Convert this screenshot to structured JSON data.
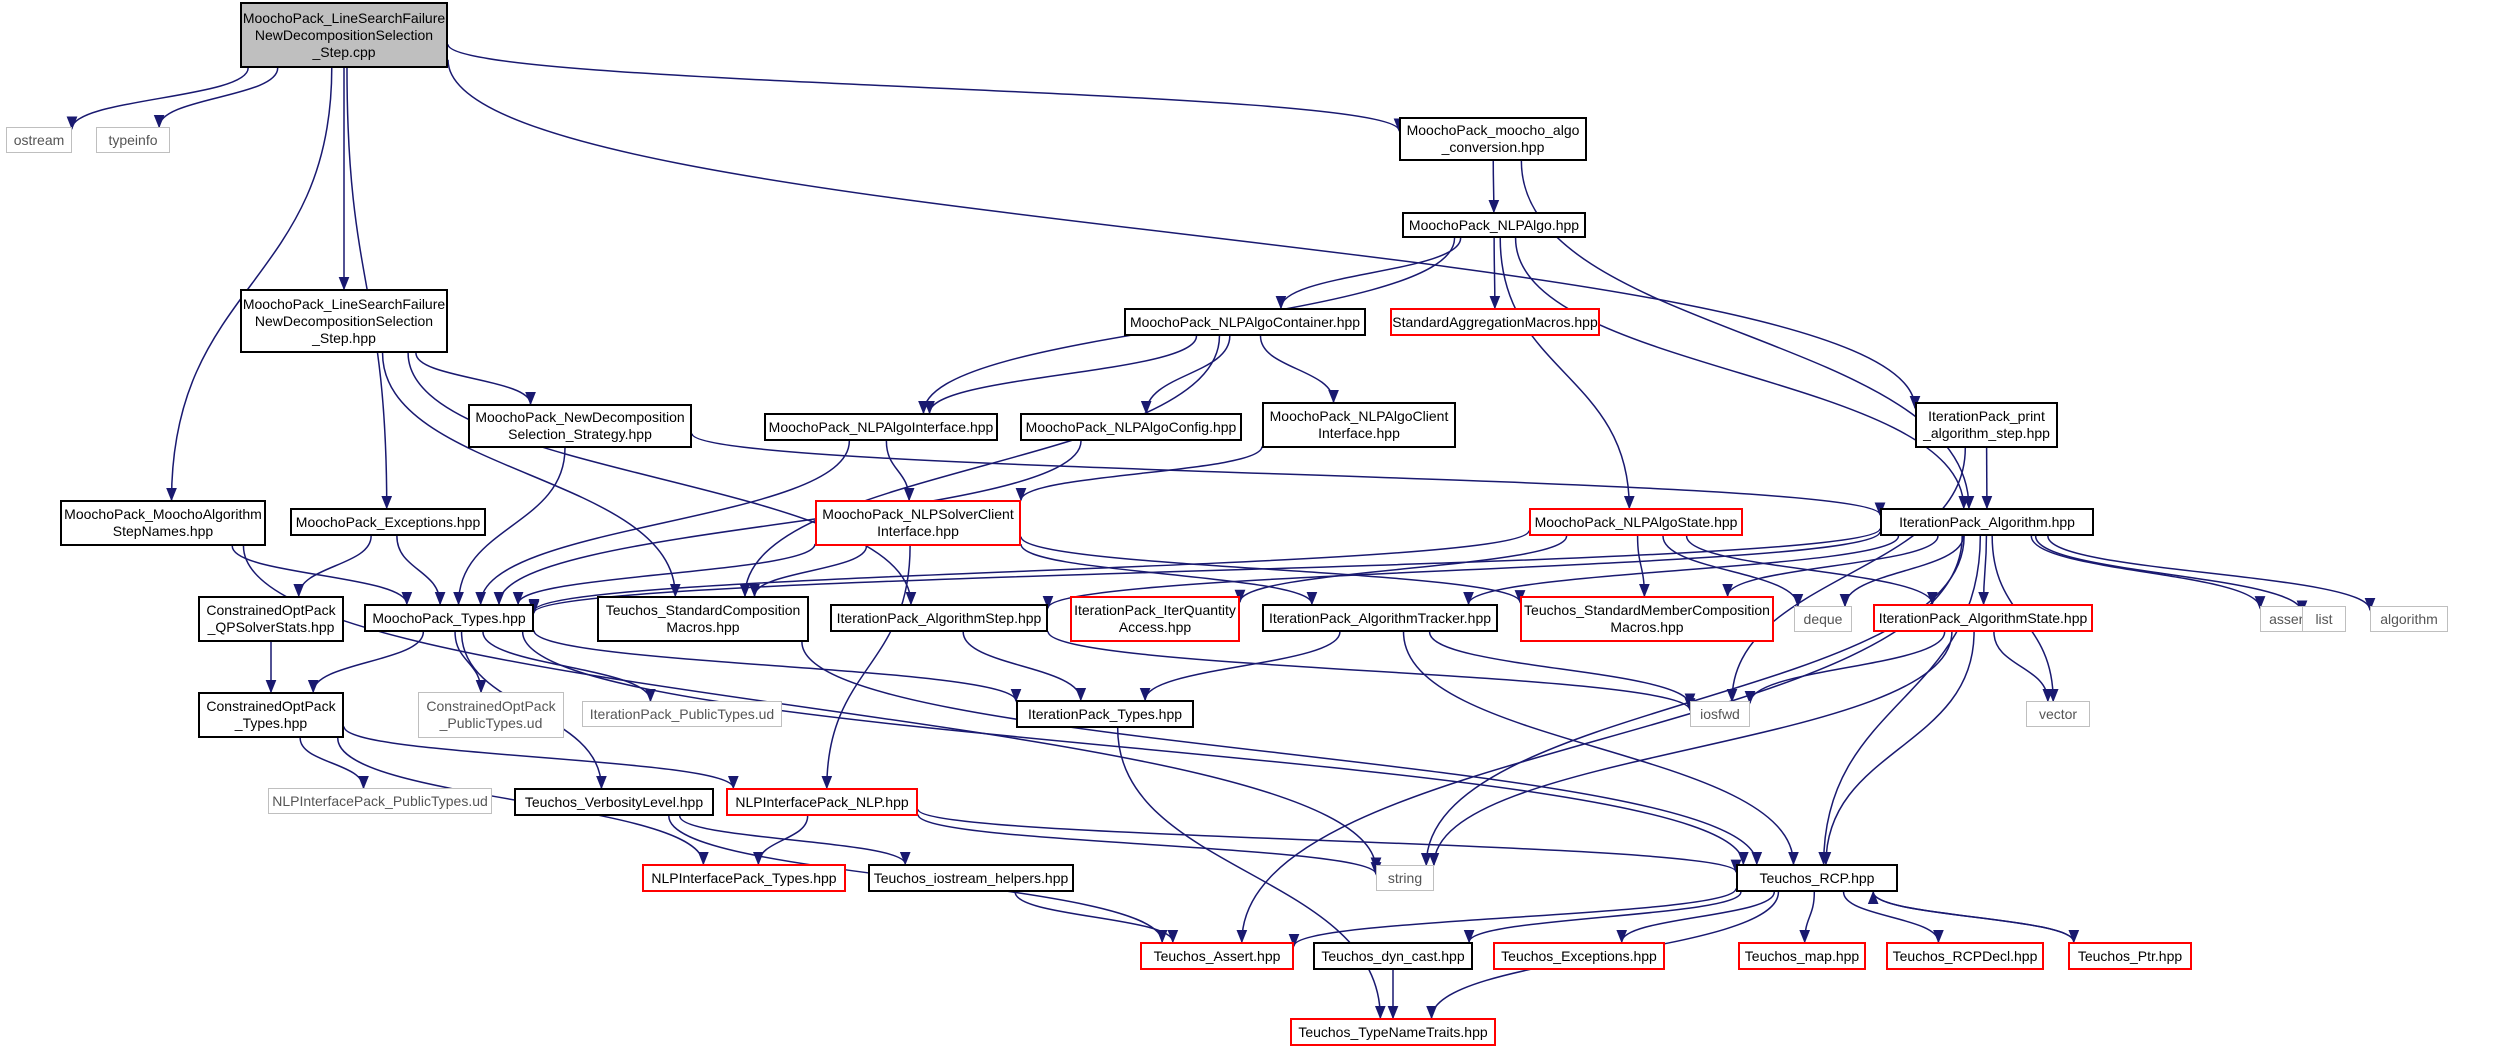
{
  "colors": {
    "edge": "#191970",
    "root_fill": "#bfbfbf",
    "documented_border": "#000000",
    "truncated_border": "#ff0000",
    "external_border": "#bfbfbf"
  },
  "nodes": {
    "root": "MoochoPack_LineSearchFailure\nNewDecompositionSelection\n_Step.cpp",
    "ostream": "ostream",
    "typeinfo": "typeinfo",
    "moocho_algo_conversion": "MoochoPack_moocho_algo\n_conversion.hpp",
    "nlpalgo": "MoochoPack_NLPAlgo.hpp",
    "lsf_step_hpp": "MoochoPack_LineSearchFailure\nNewDecompositionSelection\n_Step.hpp",
    "nlpalgo_container": "MoochoPack_NLPAlgoContainer.hpp",
    "std_aggregation_macros": "StandardAggregationMacros.hpp",
    "new_decomp_strategy": "MoochoPack_NewDecomposition\nSelection_Strategy.hpp",
    "nlpalgo_interface": "MoochoPack_NLPAlgoInterface.hpp",
    "nlpalgo_config": "MoochoPack_NLPAlgoConfig.hpp",
    "nlpalgo_client_interface": "MoochoPack_NLPAlgoClient\nInterface.hpp",
    "iteration_print_step": "IterationPack_print\n_algorithm_step.hpp",
    "moocho_algorithm_step_names": "MoochoPack_MoochoAlgorithm\nStepNames.hpp",
    "moocho_exceptions": "MoochoPack_Exceptions.hpp",
    "nlpsolver_client_interface": "MoochoPack_NLPSolverClient\nInterface.hpp",
    "nlpalgo_state": "MoochoPack_NLPAlgoState.hpp",
    "iteration_algorithm": "IterationPack_Algorithm.hpp",
    "copt_qpsolver_stats": "ConstrainedOptPack\n_QPSolverStats.hpp",
    "moocho_types": "MoochoPack_Types.hpp",
    "std_composition_macros": "Teuchos_StandardComposition\nMacros.hpp",
    "algorithm_step": "IterationPack_AlgorithmStep.hpp",
    "iter_quantity_access": "IterationPack_IterQuantity\nAccess.hpp",
    "algorithm_tracker": "IterationPack_AlgorithmTracker.hpp",
    "std_member_composition_macros": "Teuchos_StandardMemberComposition\nMacros.hpp",
    "deque": "deque",
    "algorithm_state": "IterationPack_AlgorithmState.hpp",
    "assert_h": "assert.h",
    "list": "list",
    "algorithm": "algorithm",
    "copt_types": "ConstrainedOptPack\n_Types.hpp",
    "copt_public_types": "ConstrainedOptPack\n_PublicTypes.ud",
    "iteration_public_types": "IterationPack_PublicTypes.ud",
    "iteration_types": "IterationPack_Types.hpp",
    "iosfwd": "iosfwd",
    "vector": "vector",
    "nlpi_public_types": "NLPInterfacePack_PublicTypes.ud",
    "verbosity_level": "Teuchos_VerbosityLevel.hpp",
    "nlpi_nlp": "NLPInterfacePack_NLP.hpp",
    "nlpi_types": "NLPInterfacePack_Types.hpp",
    "iostream_helpers": "Teuchos_iostream_helpers.hpp",
    "string": "string",
    "teuchos_rcp": "Teuchos_RCP.hpp",
    "teuchos_assert": "Teuchos_Assert.hpp",
    "dyn_cast": "Teuchos_dyn_cast.hpp",
    "teuchos_exceptions": "Teuchos_Exceptions.hpp",
    "teuchos_map": "Teuchos_map.hpp",
    "rcp_decl": "Teuchos_RCPDecl.hpp",
    "teuchos_ptr": "Teuchos_Ptr.hpp",
    "type_name_traits": "Teuchos_TypeNameTraits.hpp"
  }
}
